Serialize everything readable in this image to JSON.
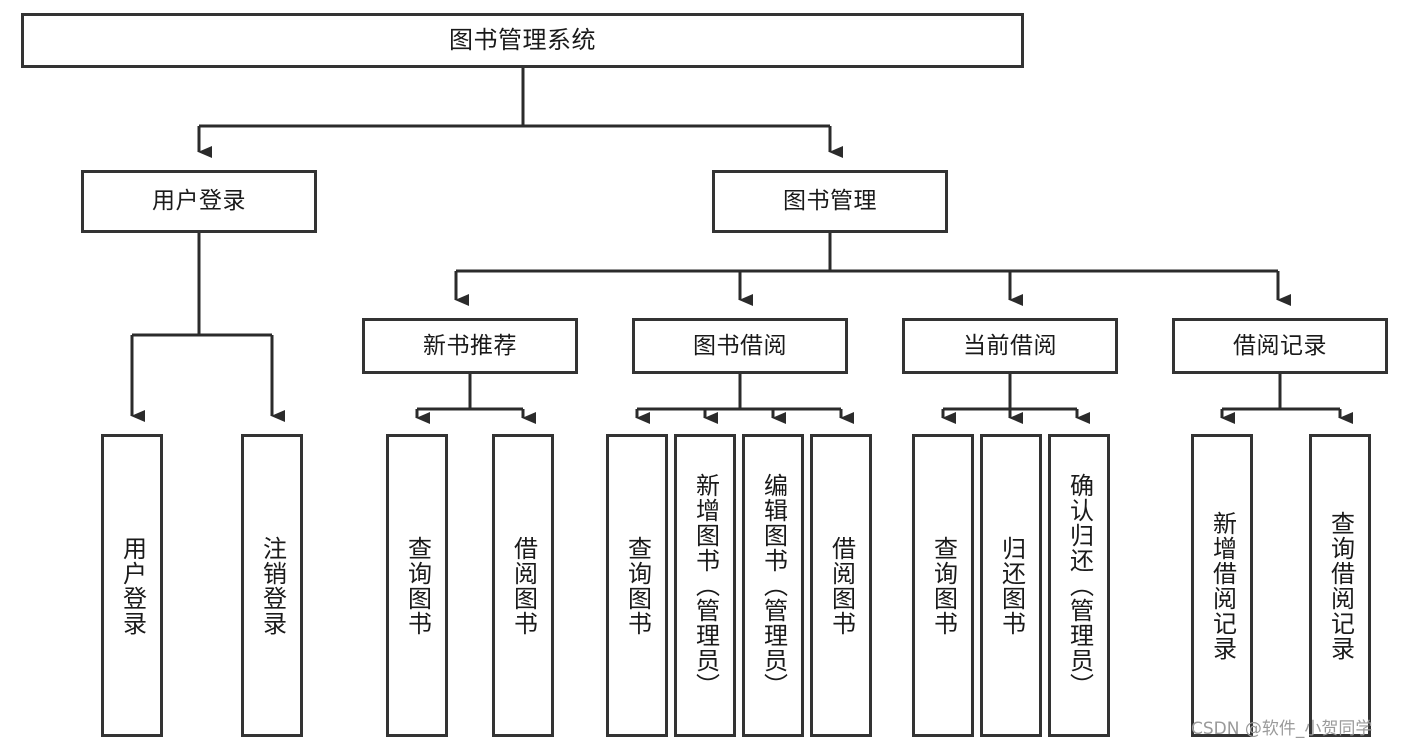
{
  "diagram": {
    "type": "tree-hierarchy-chart",
    "title": "图书管理系统",
    "watermark": "CSDN @软件_小贺同学",
    "colors": {
      "box_border": "#333333",
      "box_fill": "#ffffff",
      "connector": "#2b2b2b",
      "text": "#1a1a1a",
      "watermark": "#9a9a9a"
    },
    "root": {
      "label": "图书管理系统"
    },
    "level2": [
      {
        "label": "用户登录"
      },
      {
        "label": "图书管理"
      }
    ],
    "level3": [
      {
        "label": "新书推荐"
      },
      {
        "label": "图书借阅"
      },
      {
        "label": "当前借阅"
      },
      {
        "label": "借阅记录"
      }
    ],
    "leaves": {
      "user_login": [
        {
          "label": "用户登录"
        },
        {
          "label": "注销登录"
        }
      ],
      "new_book_recommend": [
        {
          "label": "查询图书"
        },
        {
          "label": "借阅图书"
        }
      ],
      "book_borrow": [
        {
          "label": "查询图书"
        },
        {
          "label": "新增图书（管理员）"
        },
        {
          "label": "编辑图书（管理员）"
        },
        {
          "label": "借阅图书"
        }
      ],
      "current_borrow": [
        {
          "label": "查询图书"
        },
        {
          "label": "归还图书"
        },
        {
          "label": "确认归还（管理员）"
        }
      ],
      "borrow_record": [
        {
          "label": "新增借阅记录"
        },
        {
          "label": "查询借阅记录"
        }
      ]
    }
  }
}
